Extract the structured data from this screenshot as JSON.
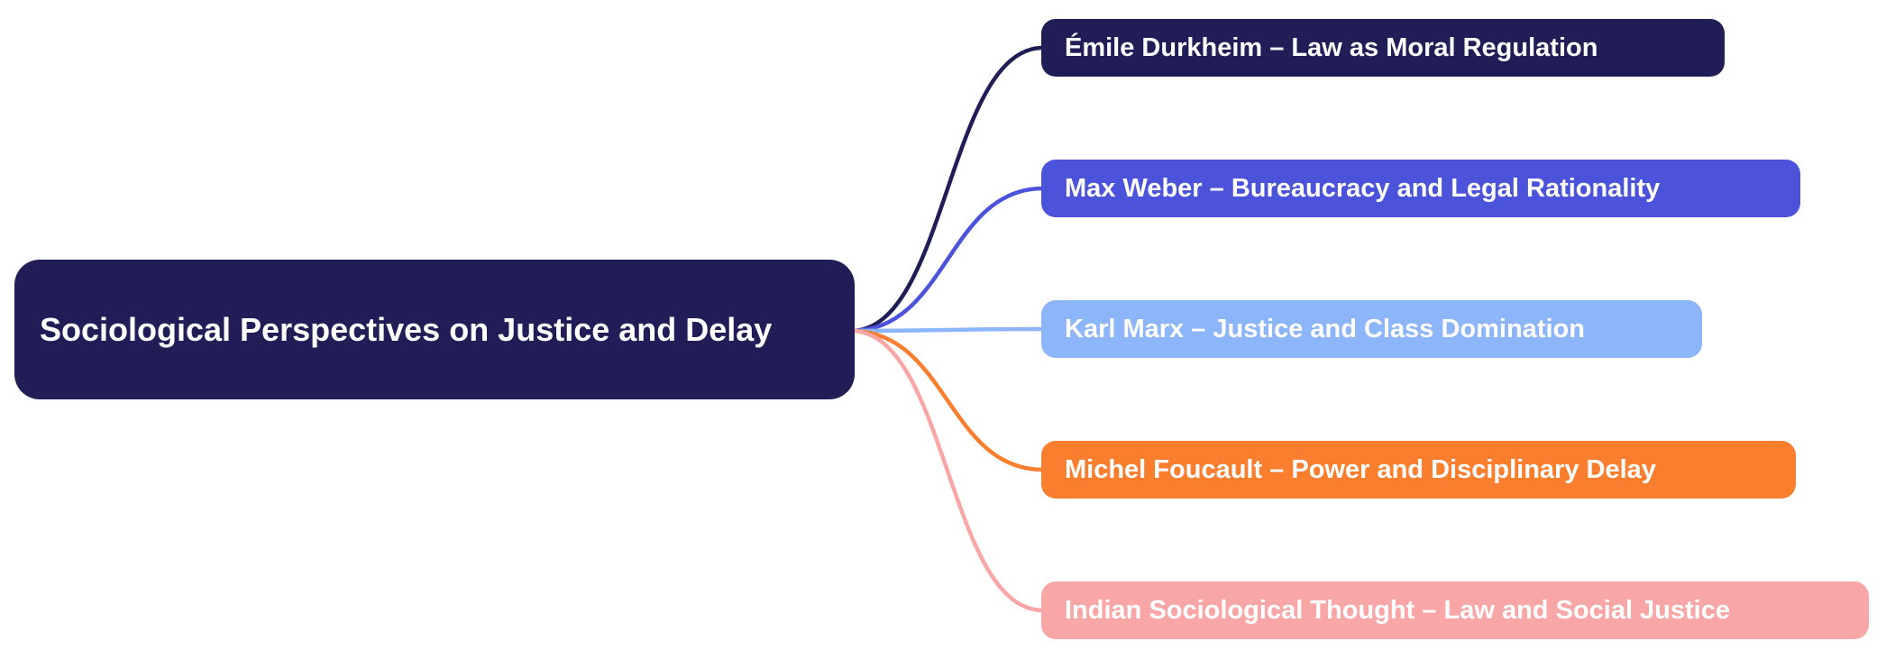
{
  "mindmap": {
    "title": "Sociological Perspectives on Justice and Delay",
    "text_color": "#ffffff",
    "background_color": "#ffffff",
    "root": {
      "label": "Sociological Perspectives on Justice and Delay",
      "color": "#211e57"
    },
    "branches": [
      {
        "label": "Émile Durkheim – Law as Moral Regulation",
        "color": "#211e57"
      },
      {
        "label": "Max Weber – Bureaucracy and Legal Rationality",
        "color": "#4a53d9"
      },
      {
        "label": "Karl Marx – Justice and Class Domination",
        "color": "#8db5f9"
      },
      {
        "label": "Michel Foucault – Power and Disciplinary Delay",
        "color": "#f97e2e"
      },
      {
        "label": "Indian Sociological Thought – Law and Social Justice",
        "color": "#f9a6a6"
      }
    ]
  }
}
